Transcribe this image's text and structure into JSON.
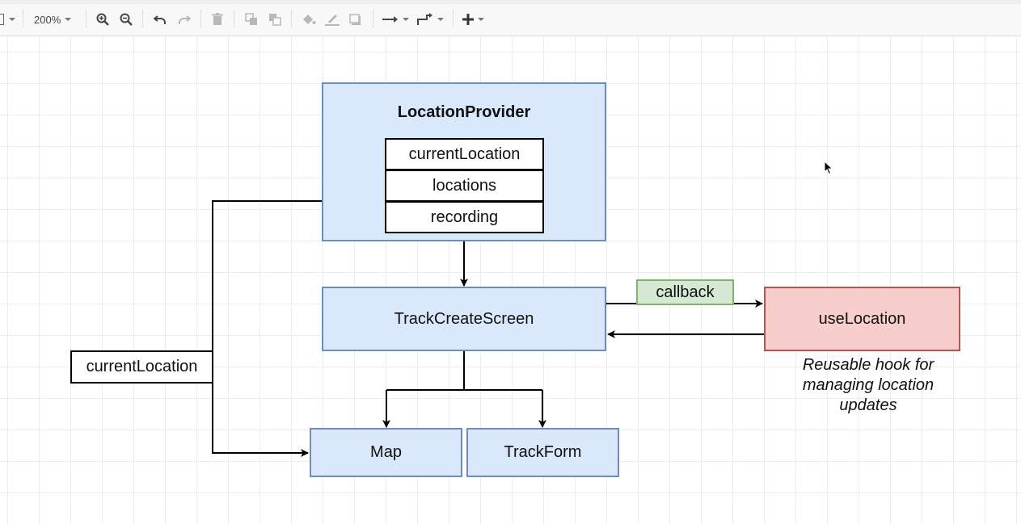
{
  "toolbar": {
    "zoom": "200%",
    "icons": [
      "page-icon",
      "zoom-in-icon",
      "zoom-out-icon",
      "undo-icon",
      "redo-icon",
      "delete-icon",
      "to-front-icon",
      "to-back-icon",
      "fill-color-icon",
      "line-color-icon",
      "shadow-icon",
      "connection-icon",
      "waypoints-icon",
      "insert-icon"
    ]
  },
  "diagram": {
    "provider": {
      "title": "LocationProvider",
      "fields": [
        "currentLocation",
        "locations",
        "recording"
      ]
    },
    "track_create_screen": "TrackCreateScreen",
    "use_location": "useLocation",
    "callback": "callback",
    "current_location_label": "currentLocation",
    "map": "Map",
    "track_form": "TrackForm",
    "note": [
      "Reusable hook for",
      "managing location",
      "updates"
    ]
  },
  "colors": {
    "blue_fill": "#dae8fc",
    "blue_stroke": "#6c8ebf",
    "red_fill": "#f8cecc",
    "red_stroke": "#b85450",
    "green_fill": "#d5e8d4",
    "green_stroke": "#82b366"
  }
}
